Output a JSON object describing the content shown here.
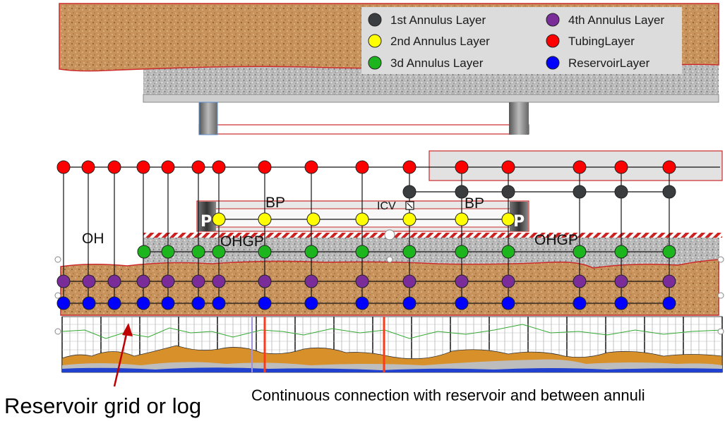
{
  "legend": {
    "items": [
      {
        "label": "1st Annulus Layer",
        "color": "#3a3d40"
      },
      {
        "label": "2nd Annulus Layer",
        "color": "#ffff00"
      },
      {
        "label": "3d Annulus Layer",
        "color": "#1db51d"
      },
      {
        "label": "4th Annulus Layer",
        "color": "#7a2c99"
      },
      {
        "label": "TubingLayer",
        "color": "#ff0000"
      },
      {
        "label": "ReservoirLayer",
        "color": "#0000ff"
      }
    ]
  },
  "labels": {
    "oh": "OH",
    "ohgp_left": "OHGP",
    "ohgp_right": "OHGP",
    "bp_left": "BP",
    "bp_right": "BP",
    "icv": "ICV",
    "packer_left": "P",
    "packer_right": "P"
  },
  "captions": {
    "left": "Reservoir grid or log",
    "right": "Continuous connection with reservoir and between annuli"
  },
  "colors": {
    "tubing": "#ff0000",
    "annulus1": "#3a3d40",
    "annulus2": "#ffff00",
    "annulus3": "#1db51d",
    "annulus4": "#7a2c99",
    "reservoir": "#0000ff",
    "rock": "#c8925c",
    "arrow": "#c00000"
  }
}
